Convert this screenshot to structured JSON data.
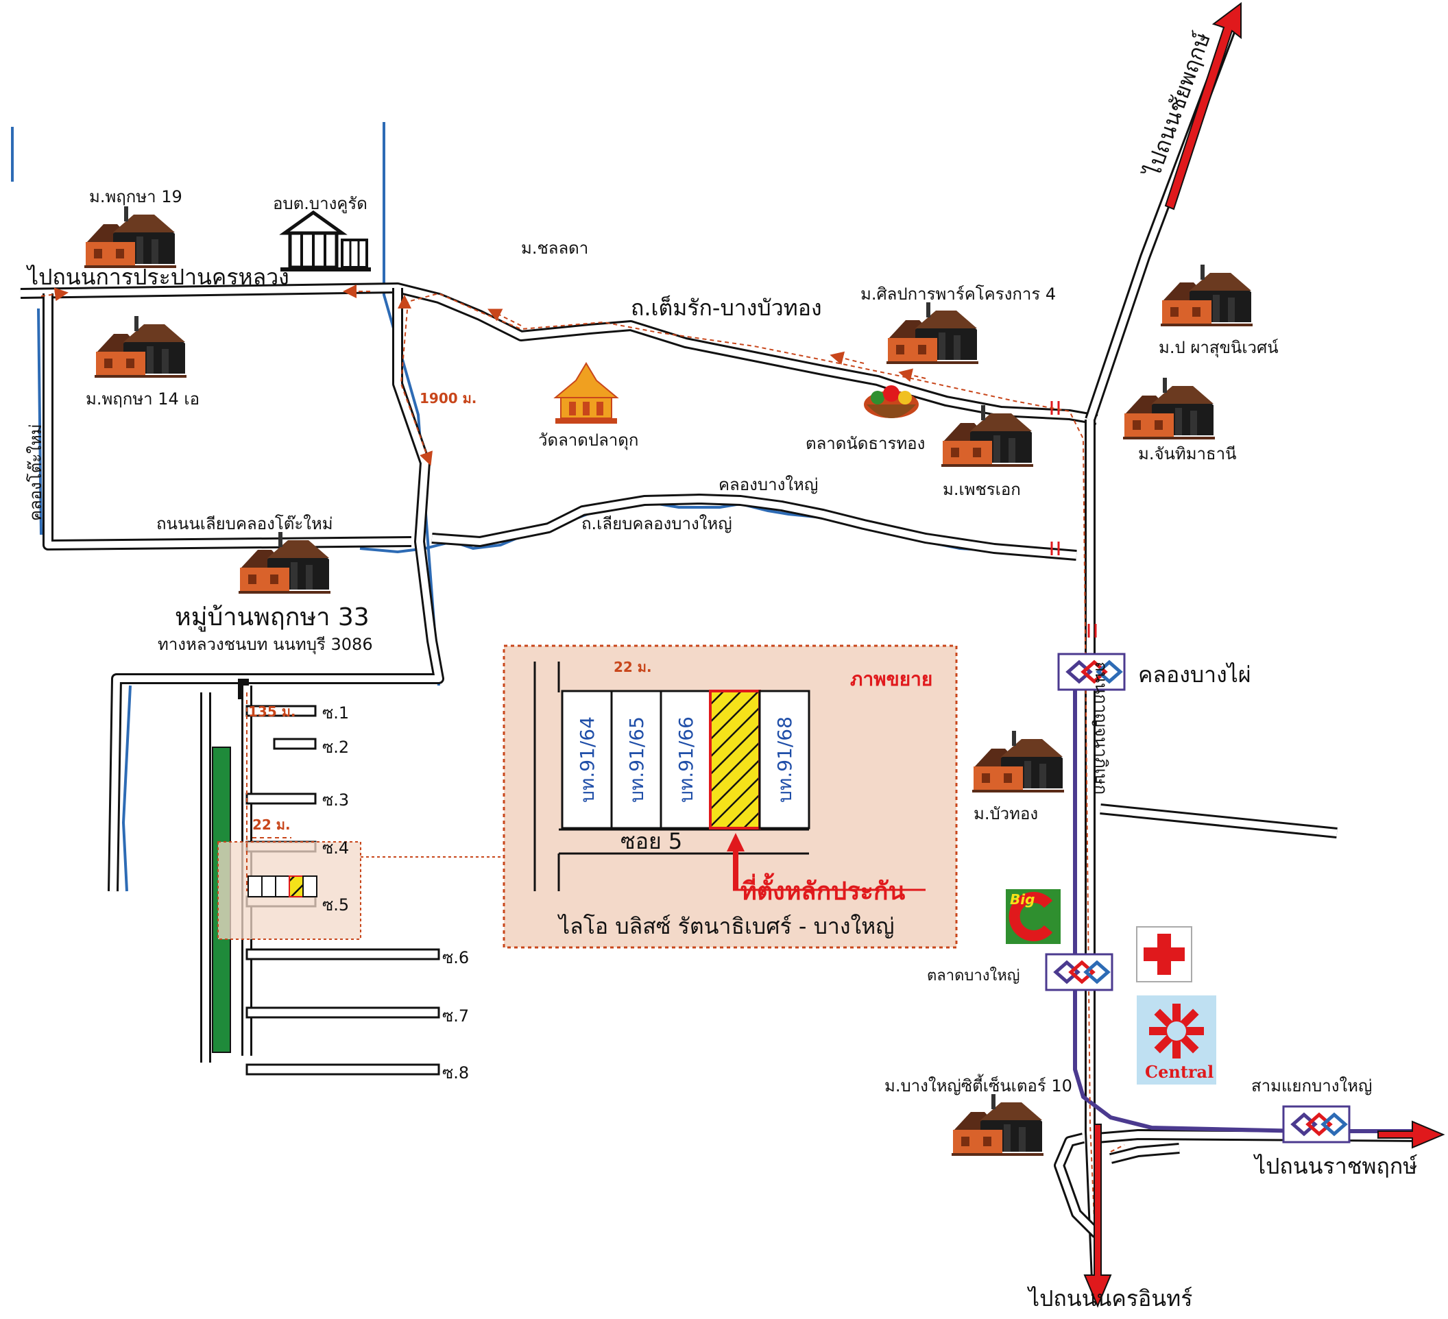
{
  "colors": {
    "road_edge": "#111111",
    "canal": "#2d6bb5",
    "route": "#c8461b",
    "house_roof": "#5a2b17",
    "house_front": "#d9622b",
    "house_wall": "#1b1b1b",
    "inset_bg": "#f3d9c9",
    "park": "#1f8a3a",
    "plot_highlight": "#f5e21a",
    "bts_line": "#4b3a8f",
    "arrow": "#e0191c"
  },
  "roads": {
    "to_karnpracha": "ไปถนนการประปานครหลวง",
    "tem_rak": "ถ.เต็มรัก-บางบัวทอง",
    "to_chaiyaphruek": "ไปถนนชัยพฤกษ์",
    "klong_toh_mai_road": "ถนนนเลียบคลองโต๊ะใหม่",
    "klong_bang_yai_road": "ถ.เลียบคลองบางใหญ่",
    "to_ratchaphruek": "ไปถนนราชพฤกษ์",
    "to_nakhon_in": "ไปถนนนครอินทร์",
    "highway_3086": "ทางหลวงชนบท นนทบุรี 3086",
    "main_road_vertical": "ถนนกาญจนาภิเษก"
  },
  "canals": {
    "klong_toh_mai": "คลองโต๊ะใหม่",
    "klong_bang_yai": "คลองบางใหญ่"
  },
  "places": {
    "m_phruksa_19": "ม.พฤกษา 19",
    "obt": "อบต.บางคูรัด",
    "m_chonlada": "ม.ชลลดา",
    "m_silpakarn": "ม.ศิลปการพาร์คโครงการ 4",
    "m_phasuk": "ม.ป ผาสุขนิเวศน์",
    "m_phruksa_14a": "ม.พฤกษา 14 เอ",
    "wat_lat_pla_duk": "วัดลาดปลาดุก",
    "talat_nat": "ตลาดนัดธารทอง",
    "m_phet_ek": "ม.เพชรเอก",
    "m_chanthima": "ม.จันทิมาธานี",
    "village_33": "หมู่บ้านพฤกษา 33",
    "m_bua_thong": "ม.บัวทอง",
    "m_bang_yai_city": "ม.บางใหญ่ซิตี้เซ็นเตอร์ 10",
    "bts_klong_bang_phai": "คลองบางไผ่",
    "bts_talat_bang_yai": "ตลาดบางใหญ่",
    "sam_yaek": "สามแยกบางใหญ่",
    "big_c": "Big",
    "central": "Central"
  },
  "distances": {
    "d1900": "1900 ม.",
    "d135": "135 ม.",
    "d22_small": "22 ม.",
    "d22_inset": "22 ม."
  },
  "sois": [
    "ซ.1",
    "ซ.2",
    "ซ.3",
    "ซ.4",
    "ซ.5",
    "ซ.6",
    "ซ.7",
    "ซ.8"
  ],
  "inset": {
    "title": "ภาพขยาย",
    "soi_label": "ซอย 5",
    "location_label": "ที่ตั้งหลักประกัน",
    "project_name": "ไลโอ บลิสซ์ รัตนาธิเบศร์ - บางใหญ่",
    "plots": [
      "บท.91/64",
      "บท.91/65",
      "บท.91/66",
      "",
      "บท.91/68"
    ],
    "highlighted_plot_index": 3
  }
}
